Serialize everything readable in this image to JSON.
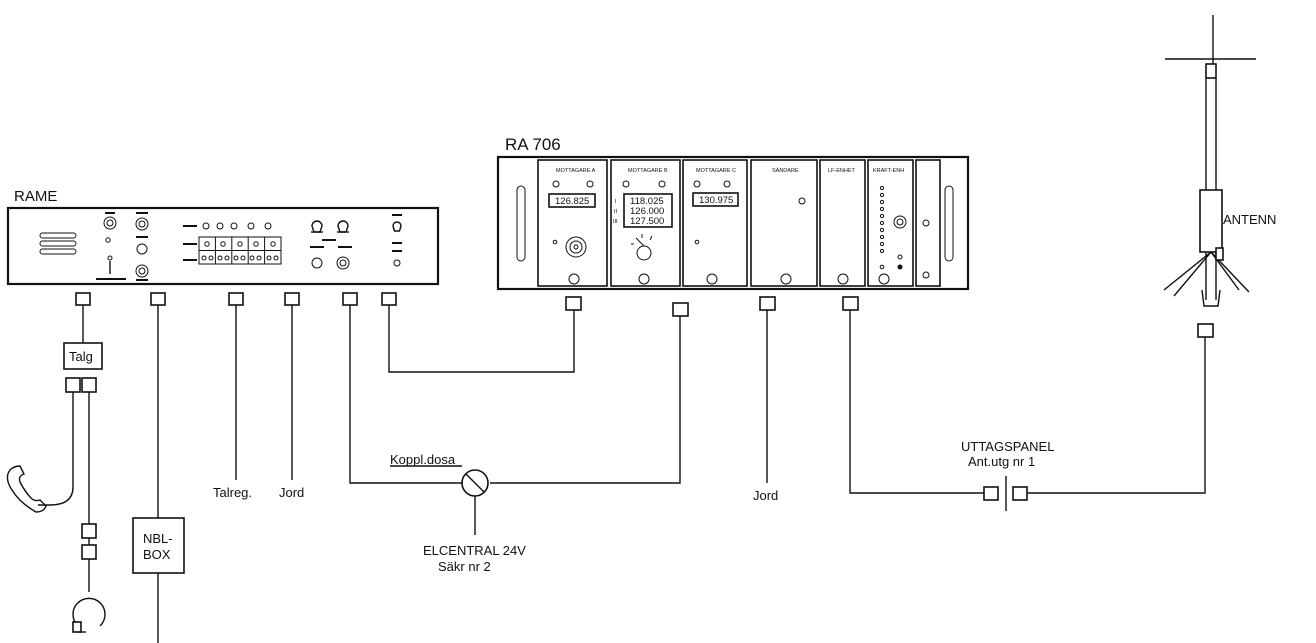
{
  "rame": {
    "title": "RAME"
  },
  "ra706": {
    "title": "RA 706",
    "module_a": {
      "label": "MOTTAGARE A",
      "freq": "126.825"
    },
    "module_b": {
      "label": "MOTTAGARE B",
      "channels": [
        "I",
        "II",
        "III"
      ],
      "freqs": [
        "118.025",
        "126.000",
        "127.500"
      ]
    },
    "module_c": {
      "label": "MOTTAGARE C",
      "freq": "130.975"
    },
    "module_d": {
      "label": "SÄNDARE"
    },
    "module_e": {
      "label": "LF-ENHET"
    },
    "module_f": {
      "label": "KRAFT-ENH"
    }
  },
  "antenna": {
    "label": "ANTENN"
  },
  "labels": {
    "talg": "Talg",
    "nbl_line1": "NBL-",
    "nbl_line2": "BOX",
    "talreg": "Talreg.",
    "jord_left": "Jord",
    "jord_right": "Jord",
    "koppl": "Koppl.dosa",
    "elcentral_line1": "ELCENTRAL 24V",
    "elcentral_line2": "Säkr nr 2",
    "uttag_line1": "UTTAGSPANEL",
    "uttag_line2": "Ant.utg nr 1"
  },
  "colors": {
    "ink": "#111111",
    "paper": "#ffffff"
  }
}
